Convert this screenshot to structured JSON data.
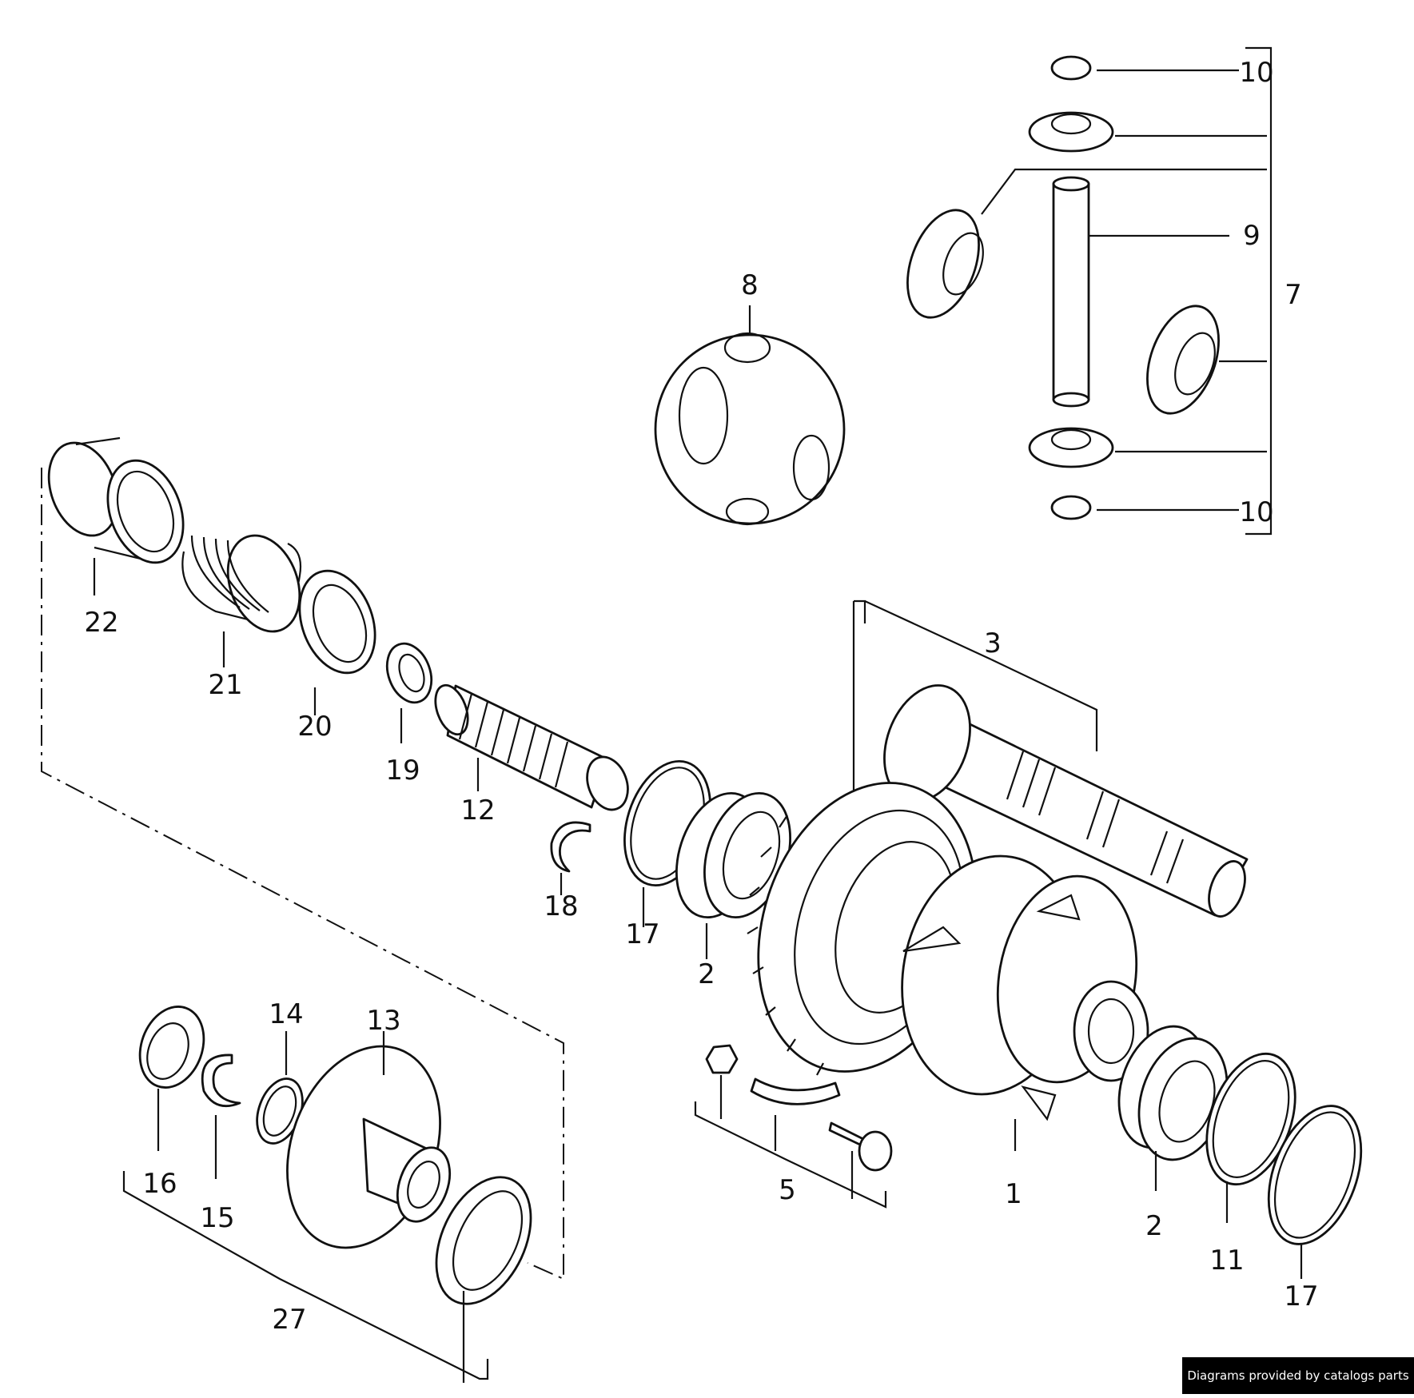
{
  "labels": {
    "l1": "1",
    "l2a": "2",
    "l2b": "2",
    "l3": "3",
    "l5": "5",
    "l7": "7",
    "l8": "8",
    "l9": "9",
    "l10a": "10",
    "l10b": "10",
    "l11": "11",
    "l12": "12",
    "l13": "13",
    "l14": "14",
    "l15": "15",
    "l16": "16",
    "l17a": "17",
    "l17b": "17",
    "l18": "18",
    "l19": "19",
    "l20": "20",
    "l21": "21",
    "l22": "22",
    "l27": "27"
  },
  "credit": "Diagrams provided by catalogs parts"
}
